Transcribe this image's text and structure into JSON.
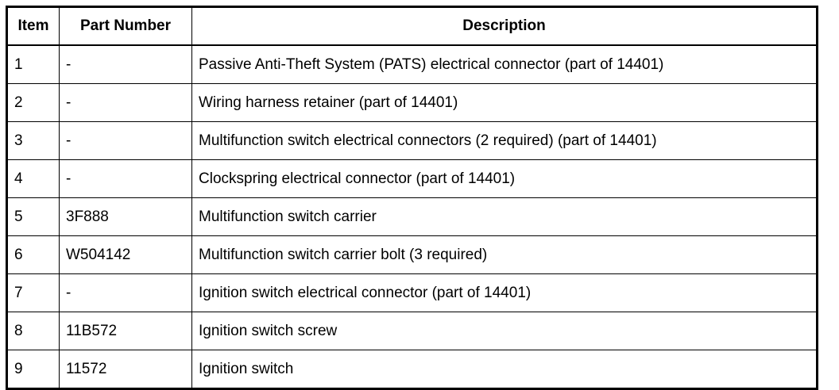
{
  "table": {
    "columns": [
      {
        "key": "item",
        "label": "Item"
      },
      {
        "key": "part_number",
        "label": "Part Number"
      },
      {
        "key": "description",
        "label": "Description"
      }
    ],
    "rows": [
      {
        "item": "1",
        "part_number": "-",
        "description": "Passive Anti-Theft System (PATS) electrical connector (part of 14401)"
      },
      {
        "item": "2",
        "part_number": "-",
        "description": "Wiring harness retainer (part of 14401)"
      },
      {
        "item": "3",
        "part_number": "-",
        "description": "Multifunction switch electrical connectors (2 required) (part of 14401)"
      },
      {
        "item": "4",
        "part_number": "-",
        "description": "Clockspring electrical connector (part of 14401)"
      },
      {
        "item": "5",
        "part_number": "3F888",
        "description": "Multifunction switch carrier"
      },
      {
        "item": "6",
        "part_number": "W504142",
        "description": "Multifunction switch carrier bolt (3 required)"
      },
      {
        "item": "7",
        "part_number": "-",
        "description": "Ignition switch electrical connector (part of 14401)"
      },
      {
        "item": "8",
        "part_number": "11B572",
        "description": "Ignition switch screw"
      },
      {
        "item": "9",
        "part_number": "11572",
        "description": "Ignition switch"
      }
    ]
  },
  "colors": {
    "border": "#000000",
    "text": "#000000",
    "background": "#ffffff"
  }
}
